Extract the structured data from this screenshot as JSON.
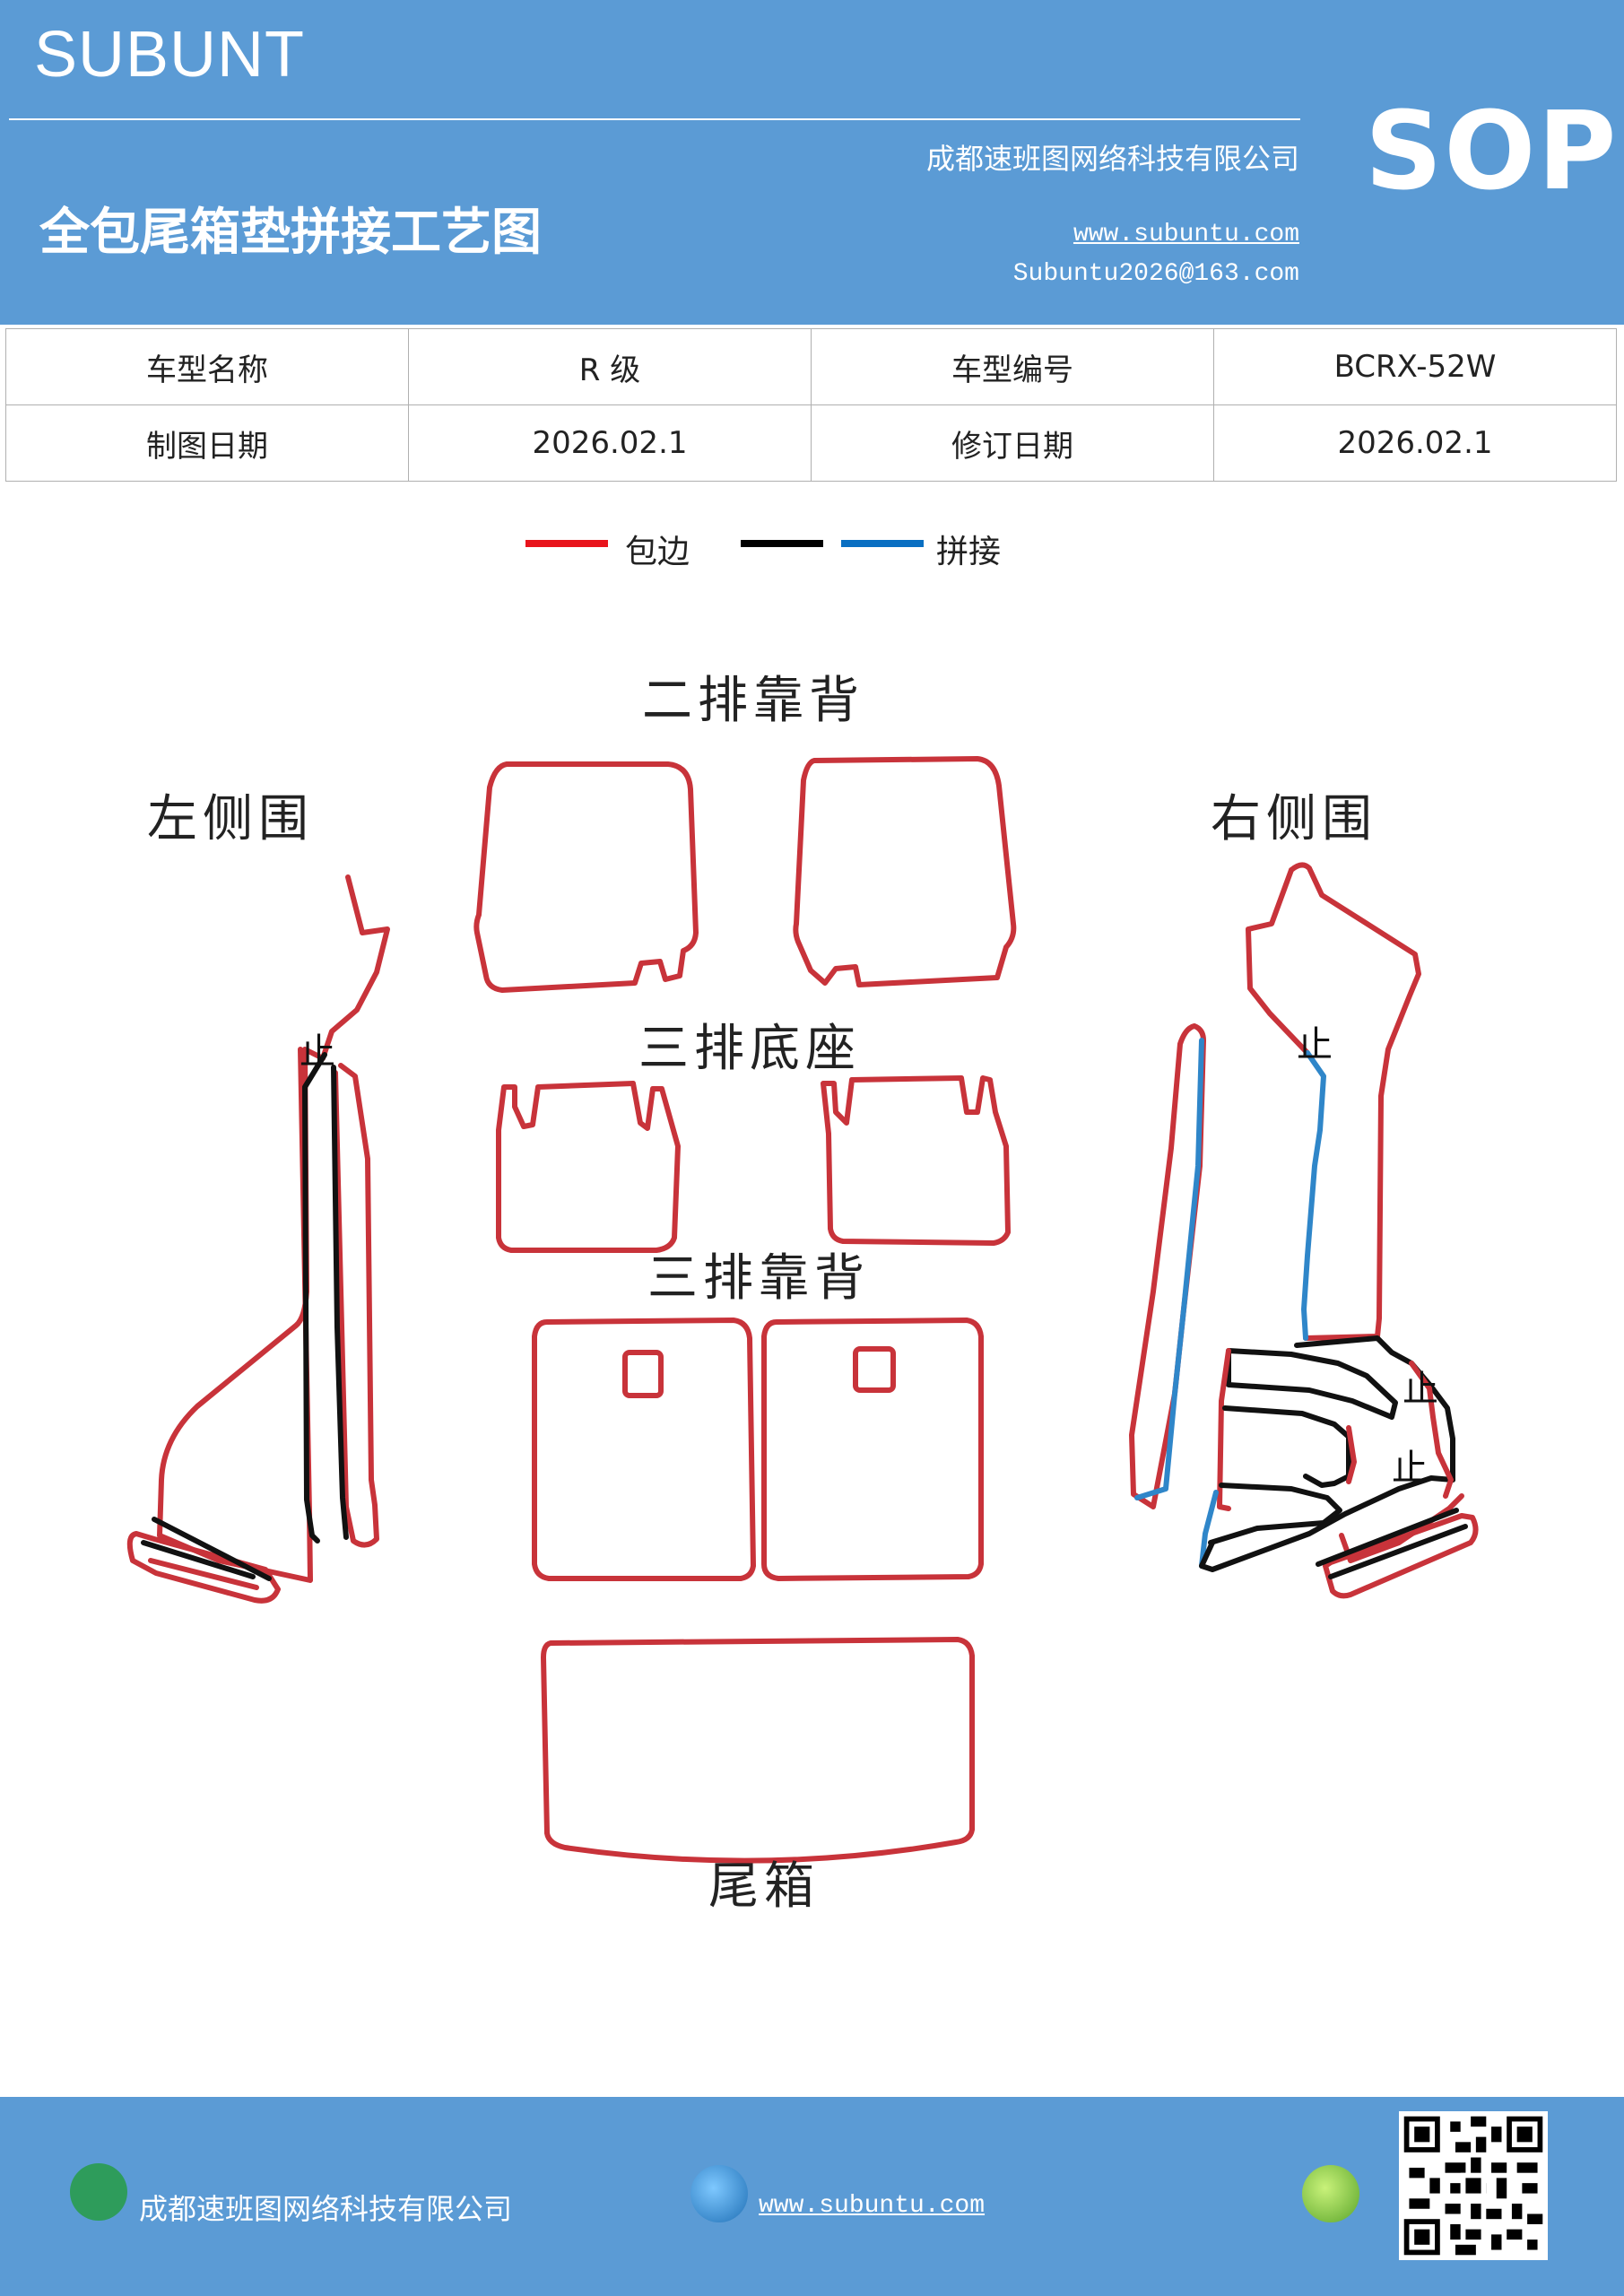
{
  "header": {
    "brand": "SUBUNT",
    "badge": "SOP",
    "title": "全包尾箱垫拼接工艺图",
    "company": "成都速班图网络科技有限公司",
    "website": "www.subuntu.com",
    "email": "Subuntu2026@163.com"
  },
  "info_table": {
    "rows": [
      [
        "车型名称",
        "R 级",
        "车型编号",
        "BCRX-52W"
      ],
      [
        "制图日期",
        "2026.02.1",
        "修订日期",
        "2026.02.1"
      ]
    ]
  },
  "legend": {
    "edge_label": "包边",
    "splice_label": "拼接",
    "colors": {
      "edge": "#e8141c",
      "black": "#000000",
      "splice": "#0a6fc2"
    }
  },
  "diagram": {
    "labels": {
      "second_row_back": "二排靠背",
      "left_side": "左侧围",
      "right_side": "右侧围",
      "third_row_base": "三排底座",
      "third_row_back": "三排靠背",
      "trunk": "尾箱"
    },
    "stop_mark": "止",
    "colors": {
      "edge": "#c8333a",
      "black": "#111111",
      "splice": "#2f86c9"
    }
  },
  "footer": {
    "company": "成都速班图网络科技有限公司",
    "website": "www.subuntu.com",
    "icons": [
      "home-icon",
      "globe-icon",
      "leaf-icon",
      "qr-code"
    ]
  }
}
